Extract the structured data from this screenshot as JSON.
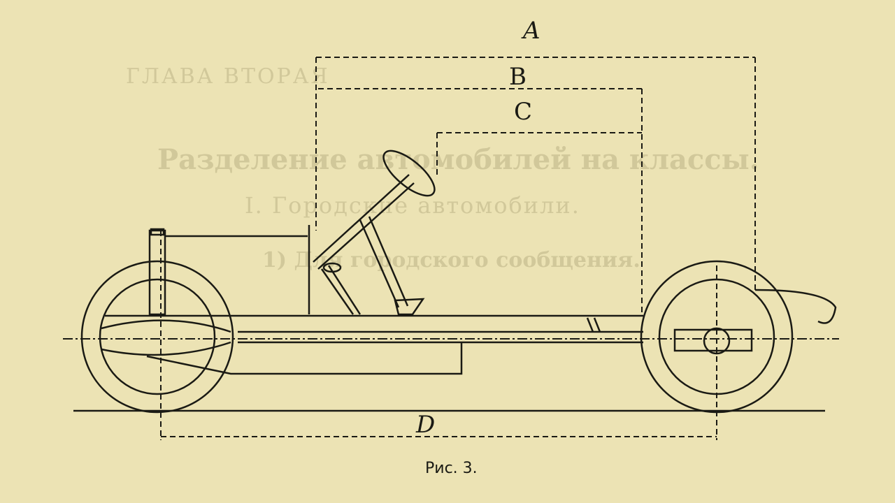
{
  "figure": {
    "caption": "Рис. 3.",
    "dimension_labels": {
      "a": "A",
      "b": "B",
      "c": "C",
      "d": "D"
    }
  },
  "bleed_through_text": {
    "chapter": "ГЛАВА ВТОРАЯ",
    "title": "Разделение автомобилей на классы.",
    "section": "I. Городские автомобили.",
    "para": "1) Для городского сообщения."
  },
  "colors": {
    "paper": "#ece3b4",
    "ink": "#1a1a14"
  }
}
